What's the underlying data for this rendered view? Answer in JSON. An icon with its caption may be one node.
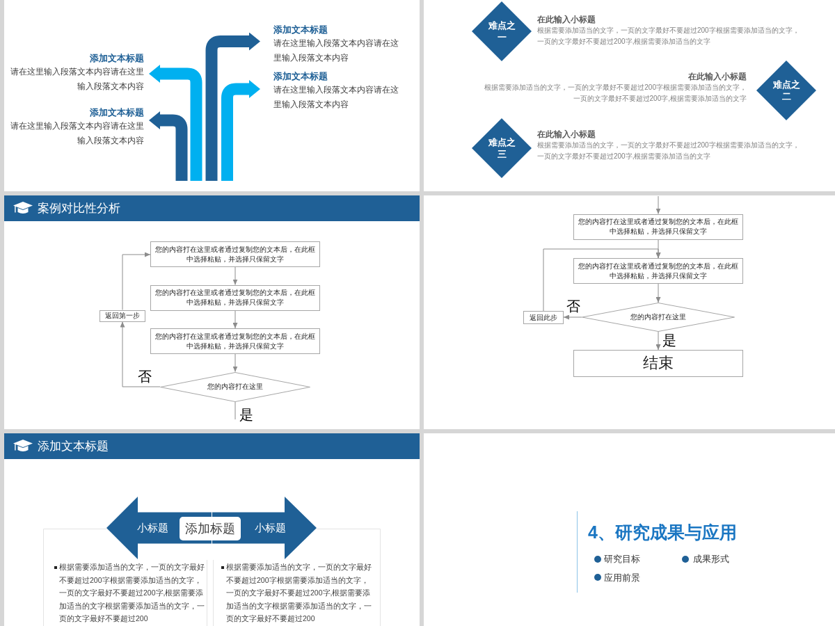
{
  "diagram": {
    "nodes": [
      {
        "text": [
          "添加文本标题",
          "请在这里输入段落文本内容请在这里输入段落文本内容"
        ]
      },
      {
        "text": [
          "添加文本标题",
          "请在这里输入段落文本内容请在这里输入段落文本内容"
        ]
      },
      {
        "text": [
          "添加文本标题",
          "请在这里输入段落文本内容请在这里输入段落文本内容"
        ]
      },
      {
        "text": [
          "添加文本标题",
          "请在这里输入段落文本内容请在这里输入段落文本内容"
        ]
      },
      {
        "text": [
          "难点之一"
        ],
        "beside": [
          "在此输入小标题",
          "根据需要添加适当的文字，一页的文字最好不要超过200字根据需要添加适当的文字，一页的文字最好不要超过200字,根据需要添加适当的文字"
        ]
      },
      {
        "text": [
          "难点之二"
        ],
        "beside": [
          "在此输入小标题",
          "根据需要添加适当的文字，一页的文字最好不要超过200字根据需要添加适当的文字，一页的文字最好不要超过200字,根据需要添加适当的文字"
        ]
      },
      {
        "text": [
          "难点之三"
        ],
        "beside": [
          "在此输入小标题",
          "根据需要添加适当的文字，一页的文字最好不要超过200字根据需要添加适当的文字，一页的文字最好不要超过200字,根据需要添加适当的文字"
        ]
      },
      {
        "text": [
          "案例对比性分析"
        ]
      },
      {
        "text": [
          "您的内容打在这里或者通过复制您的文本后，在此框中选择粘贴，并选择只保留文字"
        ]
      },
      {
        "text": [
          "您的内容打在这里或者通过复制您的文本后，在此框中选择粘贴，并选择只保留文字"
        ]
      },
      {
        "text": [
          "您的内容打在这里或者通过复制您的文本后，在此框中选择粘贴，并选择只保留文字"
        ]
      },
      {
        "text": [
          "您的内容打在这里"
        ]
      },
      {
        "text": [
          "返回第一步"
        ]
      },
      {
        "text": [
          "您的内容打在这里或者通过复制您的文本后，在此框中选择粘贴，并选择只保留文字"
        ]
      },
      {
        "text": [
          "您的内容打在这里或者通过复制您的文本后，在此框中选择粘贴，并选择只保留文字"
        ]
      },
      {
        "text": [
          "您的内容打在这里"
        ]
      },
      {
        "text": [
          "返回此步"
        ]
      },
      {
        "text": [
          "结束"
        ]
      },
      {
        "text": [
          "添加文本标题"
        ]
      },
      {
        "text": [
          "小标题"
        ]
      },
      {
        "text": [
          "添加标题"
        ]
      },
      {
        "text": [
          "小标题"
        ]
      },
      {
        "text": [
          "根据需要添加适当的文字，一页的文字最好不要超过200字根据需要添加适当的文字，一页的文字最好不要超过200字,根据需要添加适当的文字根据需要添加适当的文字，一页的文字最好不要超过200"
        ]
      },
      {
        "text": [
          "根据需要添加适当的文字，一页的文字最好不要超过200字根据需要添加适当的文字，一页的文字最好不要超过200字,根据需要添加适当的文字根据需要添加适当的文字，一页的文字最好不要超过200"
        ]
      }
    ],
    "edges": [
      {
        "from": null,
        "to": 0,
        "arrow": "to",
        "style": "thick",
        "color": "#1f6096"
      },
      {
        "from": null,
        "to": 1,
        "arrow": "to",
        "style": "thick",
        "color": "#00b0f0"
      },
      {
        "from": null,
        "to": 2,
        "arrow": "to",
        "style": "thick",
        "color": "#00b0f0"
      },
      {
        "from": null,
        "to": 3,
        "arrow": "to",
        "style": "thick",
        "color": "#1f6096"
      },
      {
        "from": 8,
        "to": 9,
        "arrow": "to"
      },
      {
        "from": 9,
        "to": 10,
        "arrow": "to"
      },
      {
        "from": 10,
        "to": 11,
        "arrow": "to"
      },
      {
        "from": 11,
        "to": 12,
        "arrow": "to",
        "label": "否"
      },
      {
        "from": 12,
        "to": 8,
        "arrow": "to"
      },
      {
        "from": 11,
        "to": null,
        "arrow": "none",
        "label": "是"
      },
      {
        "from": null,
        "to": 13,
        "arrow": "to"
      },
      {
        "from": 13,
        "to": 14,
        "arrow": "to"
      },
      {
        "from": 14,
        "to": 15,
        "arrow": "to"
      },
      {
        "from": 15,
        "to": 16,
        "arrow": "to",
        "label": "否"
      },
      {
        "from": 16,
        "to": 14,
        "arrow": "to"
      },
      {
        "from": 15,
        "to": 17,
        "arrow": "to",
        "label": "是"
      }
    ],
    "labels": [
      "4、研究成果与应用",
      "研究目标",
      "成果形式",
      "应用前景"
    ]
  }
}
